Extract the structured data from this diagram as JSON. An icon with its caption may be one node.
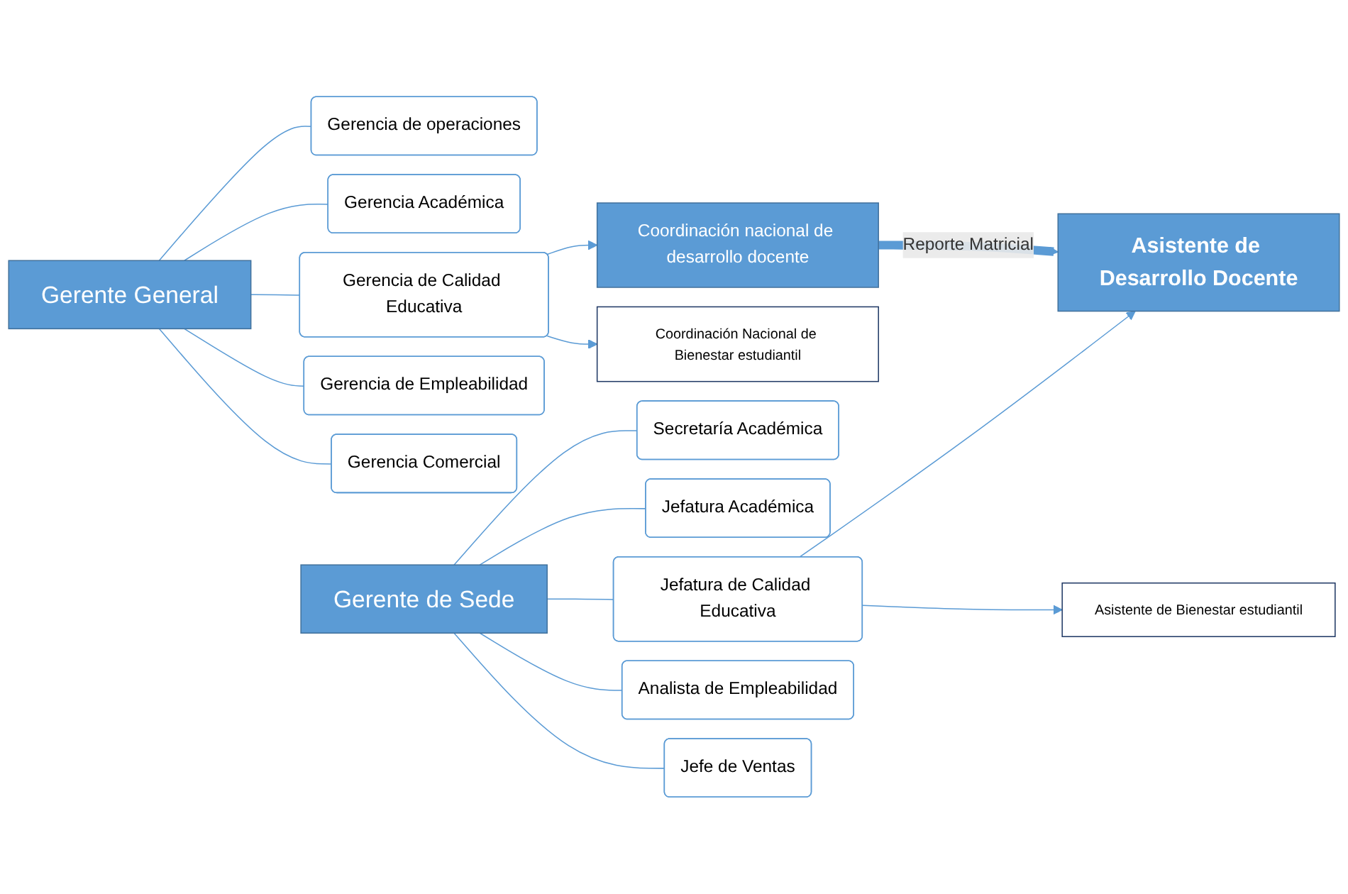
{
  "diagram": {
    "nodes": [
      {
        "text": [
          "Gerente General"
        ]
      },
      {
        "text": [
          "Gerencia de operaciones"
        ]
      },
      {
        "text": [
          "Gerencia Académica"
        ]
      },
      {
        "text": [
          "Gerencia de Calidad Educativa"
        ]
      },
      {
        "text": [
          "Gerencia de Empleabilidad"
        ]
      },
      {
        "text": [
          "Gerencia Comercial"
        ]
      },
      {
        "text": [
          "Coordinación nacional de desarrollo docente"
        ]
      },
      {
        "text": [
          "Coordinación Nacional de Bienestar estudiantil"
        ]
      },
      {
        "text": [
          "Gerente de Sede"
        ]
      },
      {
        "text": [
          "Secretaría Académica"
        ]
      },
      {
        "text": [
          "Jefatura Académica"
        ]
      },
      {
        "text": [
          "Jefatura de Calidad Educativa"
        ]
      },
      {
        "text": [
          "Analista de Empleabilidad"
        ]
      },
      {
        "text": [
          "Jefe de Ventas"
        ]
      },
      {
        "text": [
          "Asistente de Desarrollo Docente"
        ]
      },
      {
        "text": [
          "Asistente de Bienestar estudiantil"
        ]
      }
    ],
    "edges": [
      {
        "from": 0,
        "to": 1,
        "arrow": "none"
      },
      {
        "from": 0,
        "to": 2,
        "arrow": "none"
      },
      {
        "from": 0,
        "to": 3,
        "arrow": "none"
      },
      {
        "from": 0,
        "to": 4,
        "arrow": "none"
      },
      {
        "from": 0,
        "to": 5,
        "arrow": "none"
      },
      {
        "from": 3,
        "to": 6,
        "arrow": "to"
      },
      {
        "from": 3,
        "to": 7,
        "arrow": "to"
      },
      {
        "from": 8,
        "to": 9,
        "arrow": "none"
      },
      {
        "from": 8,
        "to": 10,
        "arrow": "none"
      },
      {
        "from": 8,
        "to": 11,
        "arrow": "none"
      },
      {
        "from": 8,
        "to": 12,
        "arrow": "none"
      },
      {
        "from": 8,
        "to": 13,
        "arrow": "none"
      },
      {
        "from": 11,
        "to": 14,
        "arrow": "to"
      },
      {
        "from": 11,
        "to": 15,
        "arrow": "to"
      },
      {
        "from": 6,
        "to": 14,
        "arrow": "to",
        "label": "Reporte Matricial",
        "style": "thick",
        "color": "#5b9bd5"
      }
    ]
  }
}
